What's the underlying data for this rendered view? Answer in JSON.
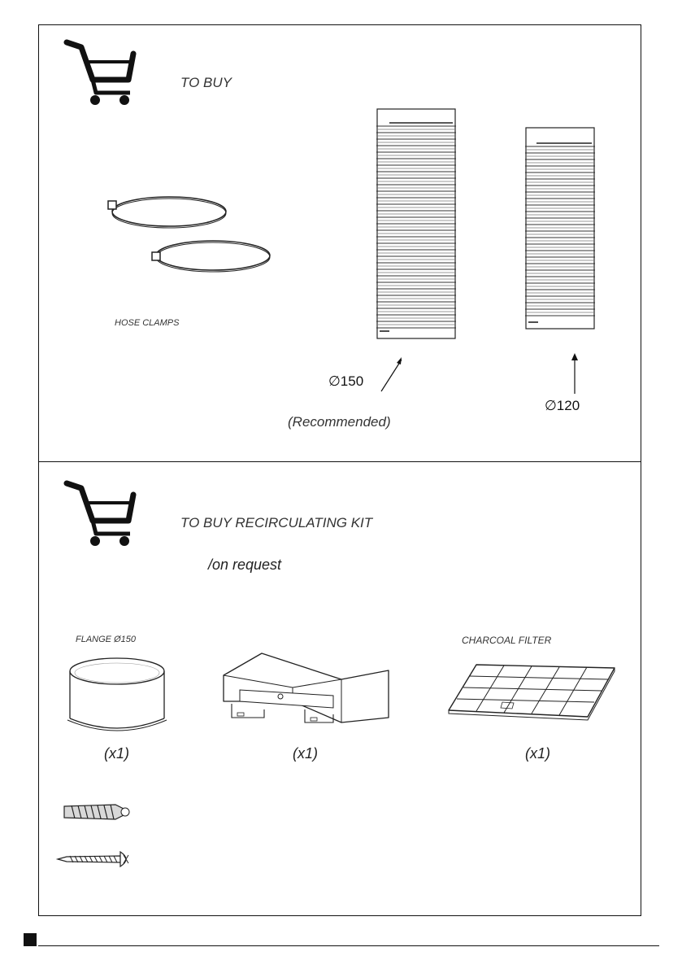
{
  "section_buy": {
    "title": "TO BUY",
    "hose_clamps_label": "HOSE CLAMPS",
    "hose_150_label": "∅150",
    "hose_120_label": "∅120",
    "recommended_label": "(Recommended)"
  },
  "section_recirculating": {
    "title": "TO BUY  RECIRCULATING KIT",
    "subtitle": "/on request",
    "flange_label": "FLANGE Ø150",
    "charcoal_label": "CHARCOAL FILTER",
    "qty_flange": "(x1)",
    "qty_adapter": "(x1)",
    "qty_filter": "(x1)"
  },
  "icons": [
    "cart-icon",
    "hose-clamp-icon",
    "flexible-hose-icon",
    "flange-icon",
    "air-deflector-icon",
    "charcoal-filter-icon",
    "wall-plug-icon",
    "screw-icon"
  ]
}
